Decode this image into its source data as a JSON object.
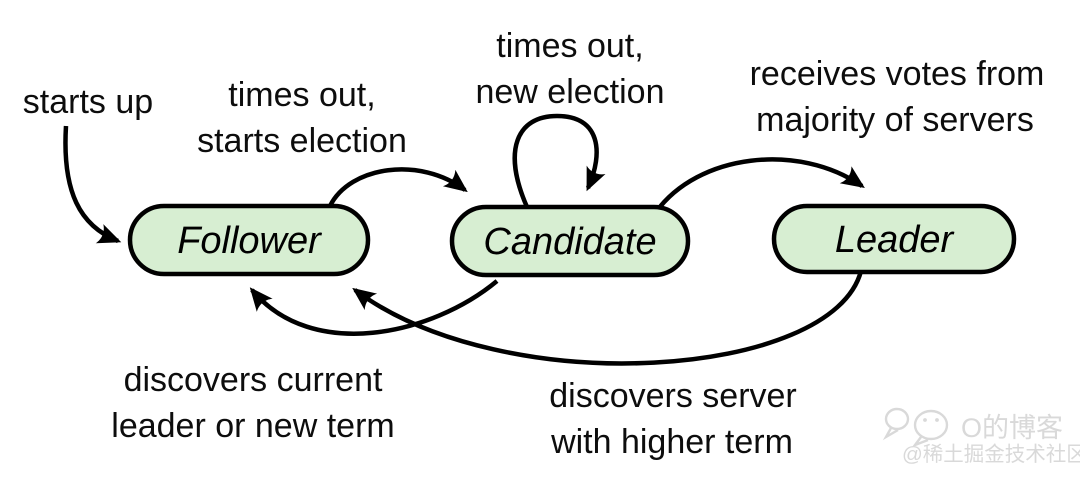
{
  "diagram": {
    "background": "#ffffff",
    "stroke_color": "#000000",
    "node_fill": "#d7eed2",
    "states": [
      {
        "id": "follower",
        "label": "Follower"
      },
      {
        "id": "candidate",
        "label": "Candidate"
      },
      {
        "id": "leader",
        "label": "Leader"
      }
    ],
    "transitions": [
      {
        "id": "start-to-follower",
        "from": "start",
        "to": "follower",
        "label_lines": [
          "starts up"
        ]
      },
      {
        "id": "follower-to-candidate",
        "from": "follower",
        "to": "candidate",
        "label_lines": [
          "times out,",
          "starts election"
        ]
      },
      {
        "id": "candidate-self-loop",
        "from": "candidate",
        "to": "candidate",
        "label_lines": [
          "times out,",
          "new election"
        ]
      },
      {
        "id": "candidate-to-leader",
        "from": "candidate",
        "to": "leader",
        "label_lines": [
          "receives votes from",
          "majority of servers"
        ]
      },
      {
        "id": "candidate-to-follower",
        "from": "candidate",
        "to": "follower",
        "label_lines": [
          "discovers current",
          "leader or new term"
        ]
      },
      {
        "id": "leader-to-follower",
        "from": "leader",
        "to": "follower",
        "label_lines": [
          "discovers server",
          "with higher term"
        ]
      }
    ]
  },
  "watermark": {
    "icon": "chat-bubbles-icon",
    "title": "O的博客",
    "subtitle": "@稀土掘金技术社区",
    "color": "#d9d9d9"
  }
}
